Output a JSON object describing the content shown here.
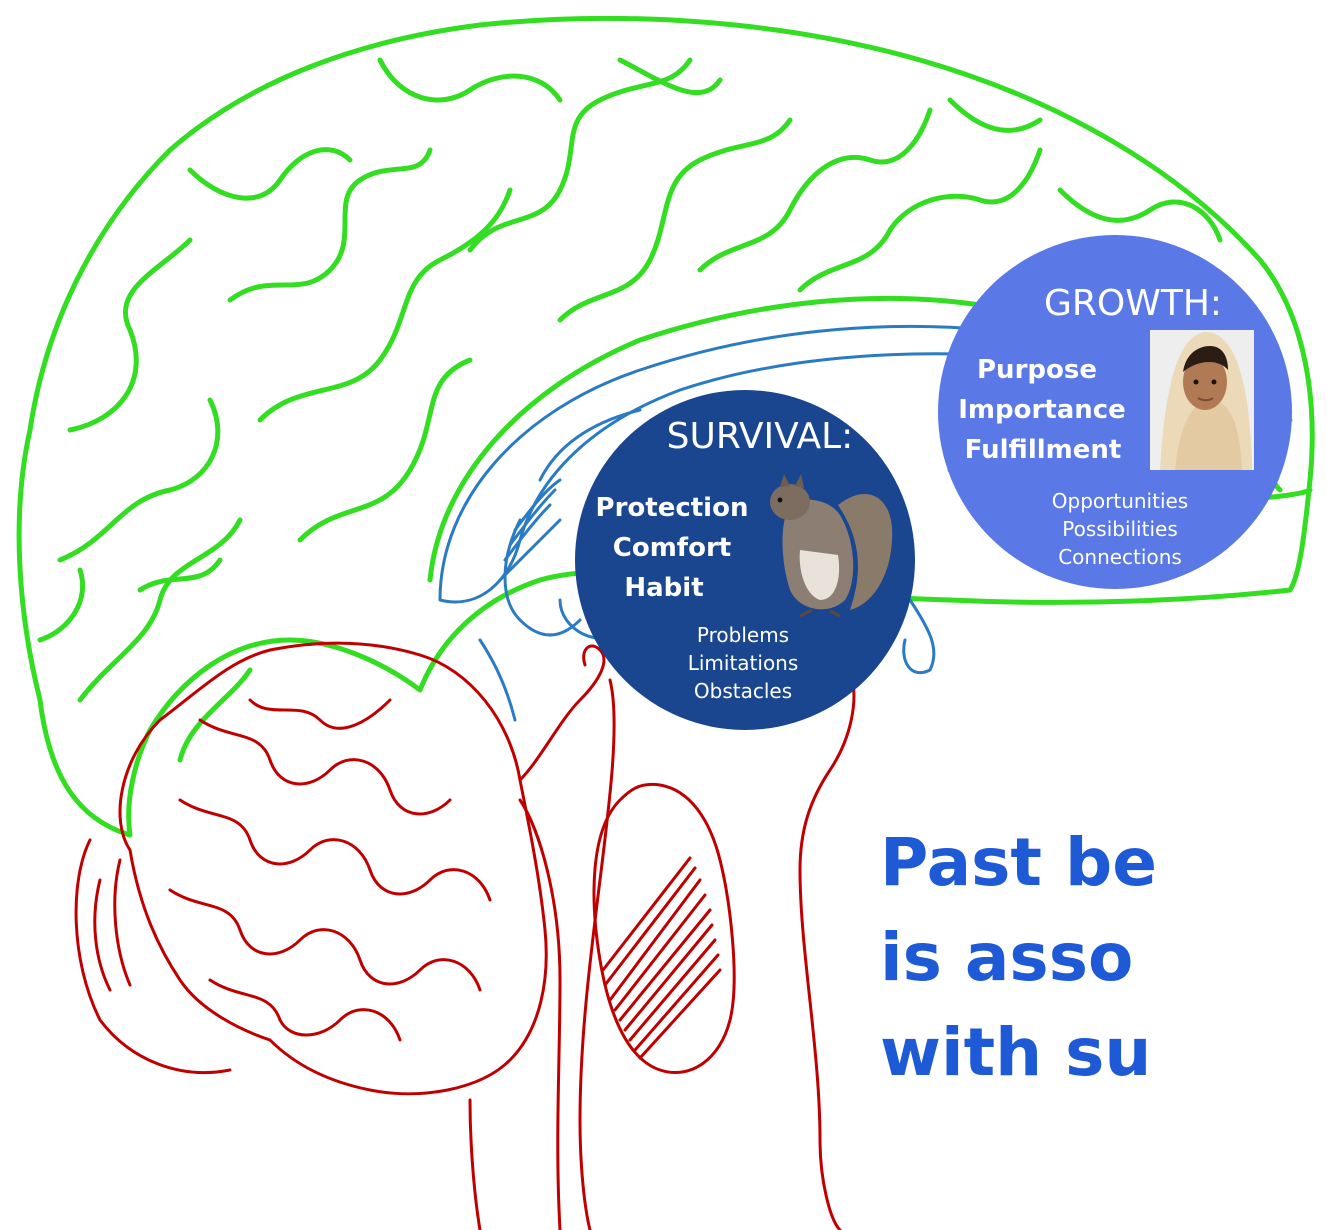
{
  "survival": {
    "heading": "SURVIVAL:",
    "primary": [
      "Protection",
      "Comfort",
      "Habit"
    ],
    "secondary": [
      "Problems",
      "Limitations",
      "Obstacles"
    ],
    "icon": "squirrel-photo"
  },
  "growth": {
    "heading": "GROWTH:",
    "primary": [
      "Purpose",
      "Importance",
      "Fulfillment"
    ],
    "secondary": [
      "Opportunities",
      "Possibilities",
      "Connections"
    ],
    "icon": "portrait-photo"
  },
  "caption": {
    "lines": [
      "Past be",
      "is asso",
      "with su"
    ]
  },
  "colors": {
    "cortex": "#33dd22",
    "brainstem": "#c00000",
    "limbic": "#2a7bc4",
    "survival_fill": "#1a4690",
    "growth_fill": "#5a78e6",
    "caption_text": "#1f5ad6"
  }
}
